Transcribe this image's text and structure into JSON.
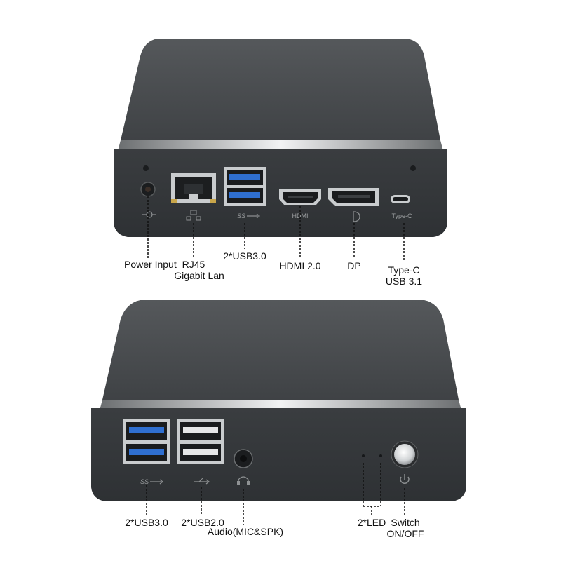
{
  "rear_panel": {
    "port_markings": {
      "hdmi": "HDMI",
      "type_c": "Type-C"
    },
    "labels": {
      "power_input": "Power Input",
      "rj45_line1": "RJ45",
      "rj45_line2": "Gigabit Lan",
      "usb30": "2*USB3.0",
      "hdmi": "HDMI 2.0",
      "dp": "DP",
      "type_c_line1": "Type-C",
      "type_c_line2": "USB 3.1"
    }
  },
  "front_panel": {
    "labels": {
      "usb30": "2*USB3.0",
      "usb20": "2*USB2.0",
      "audio": "Audio(MIC&SPK)",
      "led": "2*LED",
      "switch_line1": "Switch",
      "switch_line2": "ON/OFF"
    }
  },
  "colors": {
    "case_body": "#3b3e41",
    "case_top": "#505356",
    "usb3_blue": "#2f6fd0",
    "port_trim": "#c9ccce"
  }
}
